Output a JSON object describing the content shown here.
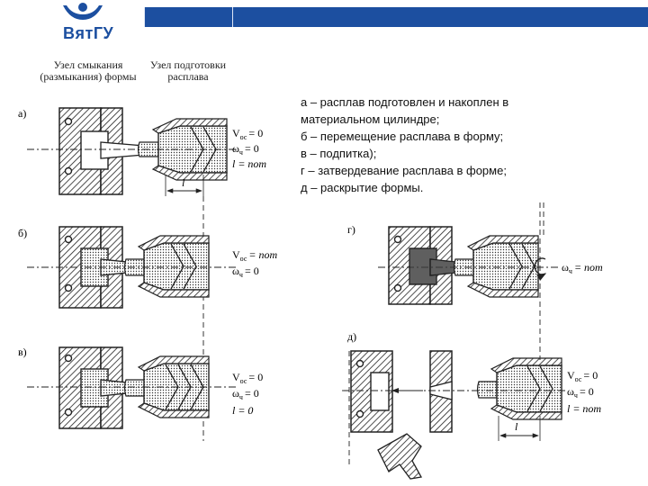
{
  "header": {
    "logo_text": "ВятГУ",
    "brand_color": "#1c4fa0"
  },
  "captions": {
    "closing_unit": "Узел смыкания\n(размыкания) формы",
    "melt_unit": "Узел подготовки\nрасплава"
  },
  "legend": [
    "а – расплав подготовлен и накоплен в",
    "материальном цилиндре;",
    "б – перемещение расплава в форму;",
    "в – подпитка);",
    "г – затвердевание расплава в форме;",
    "д – раскрытие формы."
  ],
  "stages": {
    "a": {
      "label": "а)",
      "params": [
        "V",
        "ос",
        "= 0",
        "ω",
        "ч",
        "= 0",
        "l = пот"
      ],
      "dim": "l"
    },
    "b": {
      "label": "б)",
      "params": [
        "V",
        "ос",
        "= пот",
        "ω",
        "ч",
        "= 0"
      ]
    },
    "v": {
      "label": "в)",
      "params": [
        "V",
        "ос",
        "= 0",
        "ω",
        "ч",
        "= 0",
        "l = 0"
      ]
    },
    "g": {
      "label": "г)",
      "params": [
        "ω",
        "ч",
        "= пот"
      ]
    },
    "d": {
      "label": "д)",
      "params": [
        "V",
        "ос",
        "= 0",
        "ω",
        "ч",
        "= 0",
        "l = пот"
      ],
      "dim": "l"
    }
  }
}
